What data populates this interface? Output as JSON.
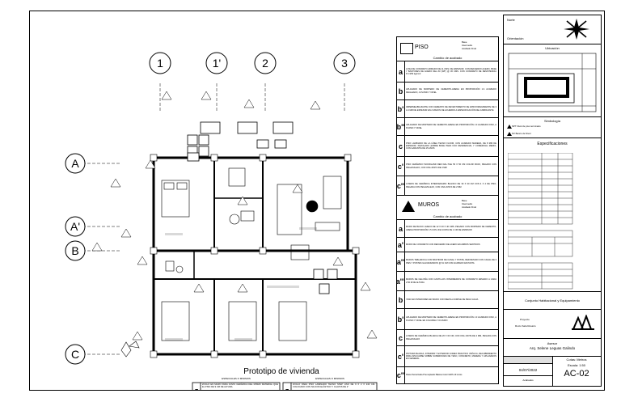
{
  "drawing": {
    "title": "Prototipo de vivienda",
    "axes_vertical": [
      "1",
      "1'",
      "2",
      "3"
    ],
    "axes_horizontal": [
      "A",
      "A'",
      "B",
      "C"
    ],
    "special_title_left": "ESPECIALES O MINIMOS",
    "special_title_right": "ESPECIALES O MINIMOS",
    "special_left": {
      "letter": "Z",
      "text": "ZOCLO EN MURO PARA JUNTA CERÁMICA DEL MISMO MATERIAL QUE EL PISO DE 9 CM DE ALTURA"
    },
    "special_right": {
      "letter": "Z",
      "text": "ZOCLO PARA PISO LAMINADO TECNO STEP LISO DE 9 X 2 X 240 CM. COLOCADO CON SILICON ELÁSTICO Y CLAVOS DE 2\""
    }
  },
  "spec": {
    "piso_title": "PISO",
    "piso_legend": [
      "Base",
      "Intermedio",
      "Acabado Final"
    ],
    "piso_subtitle": "Cambio de acabado",
    "piso_rows": [
      {
        "letter": "a",
        "text": "LOSA DE CONCRETO ARMADO DE 11 CMS. DE ESPESOR, CON REFUERZO ACERO, BASE Y BASTONES DE ACERO DEL #3 (3/8\") @ 30 CMS. CON CONCRETO DE RESISTENCIA F'c=250 kg/cm2"
      },
      {
        "letter": "b",
        "text": "APLANADO DE MORTERO DE CEMENTO-ARENA EN PROPORCIÓN 1:4 ACABADO REGLEADO, A PLOMO Y NIVEL"
      },
      {
        "letter": "b'",
        "text": "IMPERMEABILIZANTE CON CEMENTO DE REVESTIMIENTO DE APROXIMADAMENTE DE 3 A 4 MM DE ESPESOR EN 2 MANOS DE ACUERDO A ESPECIFICACIÓN DEL FABRICANTE"
      },
      {
        "letter": "b''",
        "text": "APLANADO DE MORTERO DE CEMENTO-ARENA EN PROPORCIÓN 1:3 ACABADO FINO, A PLOMO Y NIVEL"
      },
      {
        "letter": "c",
        "text": "PISO LAMINADO DE LA LÍNEA TECNO FLOOR, CON ACABADO MADERA, DE 8 MM DE ESPESOR, INSTALADO SOBRE BASE PARA USO RESIDENCIAL Y COMERCIAL MEDIO, CON GARANTÍA DE 15 AÑOS"
      },
      {
        "letter": "c'",
        "text": "PISO CERÁMICO WOODLAND RED DAL-TILE 50 X 50 CM COLOR ROJO, PEGADO CON PEGAZULEJO, CON UNA JUNTA DE 3 MM"
      },
      {
        "letter": "c''",
        "text": "LOSETA DE CERÁMICA INTERCERAMIC BLANCO DE 30 X 30 CM CON 4 X 4 DE PISO, PEGADA CON PEGAZULEJO, CON UNA JUNTA DE 2 MM"
      }
    ],
    "muros_title": "MUROS",
    "muros_legend": [
      "Base",
      "Intermedio",
      "Acabado Final"
    ],
    "muros_subtitle": "Cambio de acabado",
    "muros_rows": [
      {
        "letter": "a",
        "text": "MURO DE BLOCK HUECO DE 12 X 20 X 40 CMS. PEGADO CON MORTERO DE CEMENTO-ARENA PROPORCIÓN 1:5 CON UNA JUNTA DE 1 CM DE ESPESOR"
      },
      {
        "letter": "a'",
        "text": "MURO DE CONCRETO CON REFUERZO DE ACERO EN AMBOS SENTIDOS"
      },
      {
        "letter": "a''",
        "text": "MUROS TABLAROCA CON BASTIDOR DE CANAL Y POSTE, REFORZADO CON CANAL DE 3 PIES Y POSTES GALVANIZADOS @ 61 CM CON ACABADO EN PASTA"
      },
      {
        "letter": "a'''",
        "text": "MUROS DE CELOSÍA CON CASTILLOS INTERMEDIOS DE CONCRETO ARMADO A CADA 2.50 M DE ALTURA"
      },
      {
        "letter": "b",
        "text": "YESO EN INTERIORES EN MURO CON MEZCLA SIMPLE DE PEGO AGUA"
      },
      {
        "letter": "b'",
        "text": "APLANADO DE MORTERO DE CEMENTO-ARENA EN PROPORCIÓN 1:3 ACABADO FINO, A PLOMO Y NIVEL EN COLUMNA Y/O MURO"
      },
      {
        "letter": "c",
        "text": "LOSETA DE CERÁMICA BLANCA DE 20 X 30 CM, CON UNA JUNTA DE 2 MM, PEGADA CON PEGAZULEJO"
      },
      {
        "letter": "c'",
        "text": "PINTURA BLANCA, INTERIOR Y EXTERIOR COMEX PRACTIKO VINÍLICA, RECUBRIMIENTO PARA APLICARSE SOBRE SUPERFICIES DE YESO, CONCRETO, MADERA Y APLANADOS EN GENERAL"
      },
      {
        "letter": "c''",
        "text": "Pasta Texturizada Premoplastic Básica Color GRIS 19 Litros"
      }
    ]
  },
  "titleblock": {
    "north_label": "Norte",
    "orientation_label": "Orientación",
    "location_title": "Ubicación",
    "legend_title": "Simbología",
    "legend_items": [
      "NPT  Nivel de piso terminado",
      "NV  Banco de Nivel"
    ],
    "specs_title": "Especificaciones",
    "project": "Conjunto Habitacional y Equipamiento",
    "student_label": "Proyecto",
    "student": "Rocio Sala Rosario",
    "advisor_label": "Asesor",
    "advisor": "Arq. Selene Leguas Galindo",
    "unit_label": "Cotas: Metros",
    "scale": "Escala: 1:50",
    "date": "04/07/2022",
    "sheet_id": "AC-02",
    "sheet_desc": "Acabados"
  },
  "colors": {
    "line": "#000000",
    "paper": "#ffffff",
    "fill_gray": "#888888",
    "highlight": "#e0e0e0"
  }
}
